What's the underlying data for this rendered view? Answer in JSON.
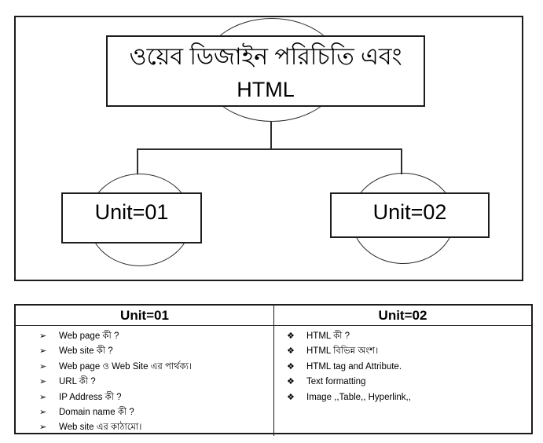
{
  "diagram": {
    "title": {
      "line1": "ওয়েব ডিজাইন পরিচিতি এবং",
      "line2": "HTML"
    },
    "units": [
      {
        "label": "Unit=01"
      },
      {
        "label": "Unit=02"
      }
    ]
  },
  "table": {
    "headers": [
      "Unit=01",
      "Unit=02"
    ],
    "columns": [
      {
        "bullet": "➢",
        "items": [
          "Web page  কী ?",
          "Web site কী ?",
          "Web page ও  Web Site এর  পার্থক্য।",
          "URL  কী ?",
          "IP  Address কী ?",
          "Domain name  কী ?",
          "Web site এর  কাঠামো।"
        ]
      },
      {
        "bullet": "❖",
        "items": [
          "HTML কী ?",
          "HTML বিভিন্ন  অংশ।",
          "HTML tag and Attribute.",
          "Text formatting",
          "Image ,,Table,, Hyperlink,,"
        ]
      }
    ]
  },
  "colors": {
    "line": "#1c1c1c",
    "connector": "#2e2e2e",
    "text": "#000000",
    "background": "#ffffff"
  }
}
